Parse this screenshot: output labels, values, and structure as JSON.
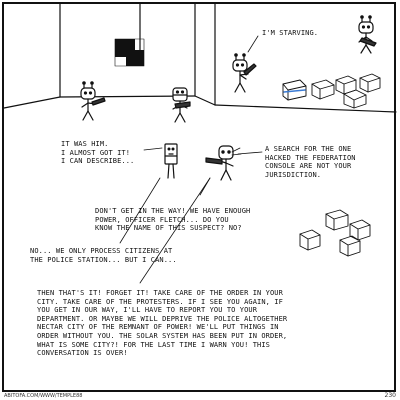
{
  "comic": {
    "caption_im_starving": "I'M STARVING.",
    "speech_it_was_him": "IT WAS HIM.\nI ALMOST GOT IT!\nI CAN DESCRIBE...",
    "speech_search": "A SEARCH FOR THE ONE\nHACKED THE FEDERATION\nCONSOLE ARE NOT YOUR\nJURISDICTION.",
    "speech_dont_get_in_way": "DON'T GET IN THE WAY! WE HAVE ENOUGH\nPOWER, OFFICER FLETCH... DO YOU\nKNOW THE NAME OF THIS SUSPECT? NO?",
    "speech_no_we_only": "NO... WE ONLY PROCESS CITIZENS AT\nTHE POLICE STATION... BUT I CAN...",
    "speech_thats_it": "THEN THAT'S IT! FORGET IT! TAKE CARE OF THE ORDER IN YOUR\nCITY. TAKE CARE OF THE PROTESTERS. IF I SEE YOU AGAIN, IF\nYOU GET IN OUR WAY, I'LL HAVE TO REPORT YOU  TO YOUR\nDEPARTMENT. OR MAYBE WE WILL DEPRIVE THE POLICE ALTOGETHER\nNECTAR CITY OF THE REMNANT OF POWER! WE'LL PUT THINGS IN\nORDER WITHOUT YOU. THE SOLAR SYSTEM HAS BEEN PUT IN ORDER,\nWHAT IS SOME CITY?! FOR THE LAST TIME I WARN YOU! THIS\nCONVERSATION IS OVER!",
    "credit": "ABITOFA.COM/WWW/TEMPLE88",
    "page_number": "230"
  }
}
